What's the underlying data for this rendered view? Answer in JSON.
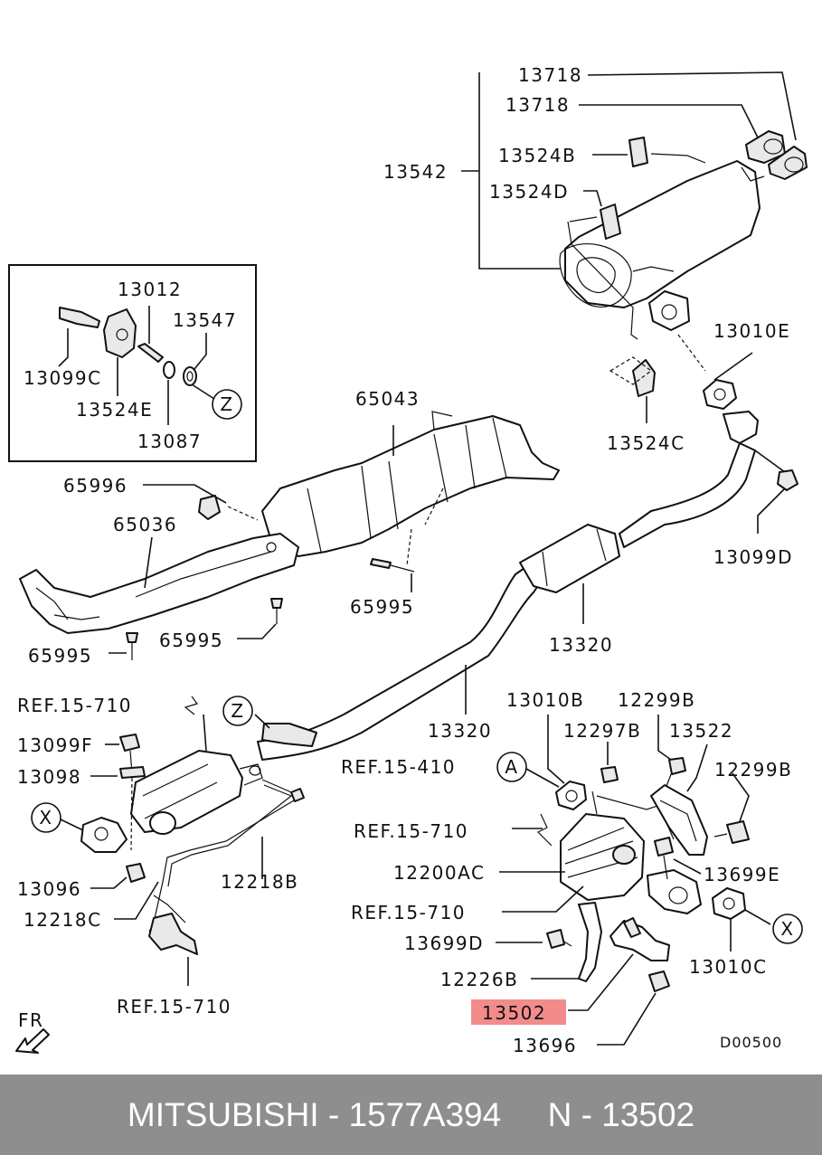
{
  "labels": {
    "l13718a": "13718",
    "l13718b": "13718",
    "l13542": "13542",
    "l13524b": "13524B",
    "l13524d": "13524D",
    "l13012": "13012",
    "l13547": "13547",
    "l13099c": "13099C",
    "l13524e": "13524E",
    "l13087": "13087",
    "l65043": "65043",
    "l13010e": "13010E",
    "l13524c": "13524C",
    "l65996": "65996",
    "l65036": "65036",
    "l13099d": "13099D",
    "l65995a": "65995",
    "l65995b": "65995",
    "l65995c": "65995",
    "l13320a": "13320",
    "lref15710a": "REF.15-710",
    "l13010b": "13010B",
    "l12299b1": "12299B",
    "l13099f": "13099F",
    "l13320b": "13320",
    "l12297b": "12297B",
    "l13522": "13522",
    "l13098": "13098",
    "lref15410": "REF.15-410",
    "l12299b2": "12299B",
    "lref15710b": "REF.15-710",
    "l12200ac": "12200AC",
    "l13699e": "13699E",
    "l13096": "13096",
    "l12218b": "12218B",
    "l12218c": "12218C",
    "lref15710c": "REF.15-710",
    "l13010c": "13010C",
    "l13699d": "13699D",
    "l12226b": "12226B",
    "lref15710d": "REF.15-710",
    "l13502": "13502",
    "l13696": "13696",
    "lfr": "FR",
    "ld00500": "D00500"
  },
  "markers": {
    "z1": "Z",
    "z2": "Z",
    "x1": "X",
    "x2": "X",
    "a": "A"
  },
  "highlight_color": "#f28c8c",
  "footer": {
    "text": "MITSUBISHI - 1577A394     N - 13502",
    "background": "#8e8e8e"
  }
}
